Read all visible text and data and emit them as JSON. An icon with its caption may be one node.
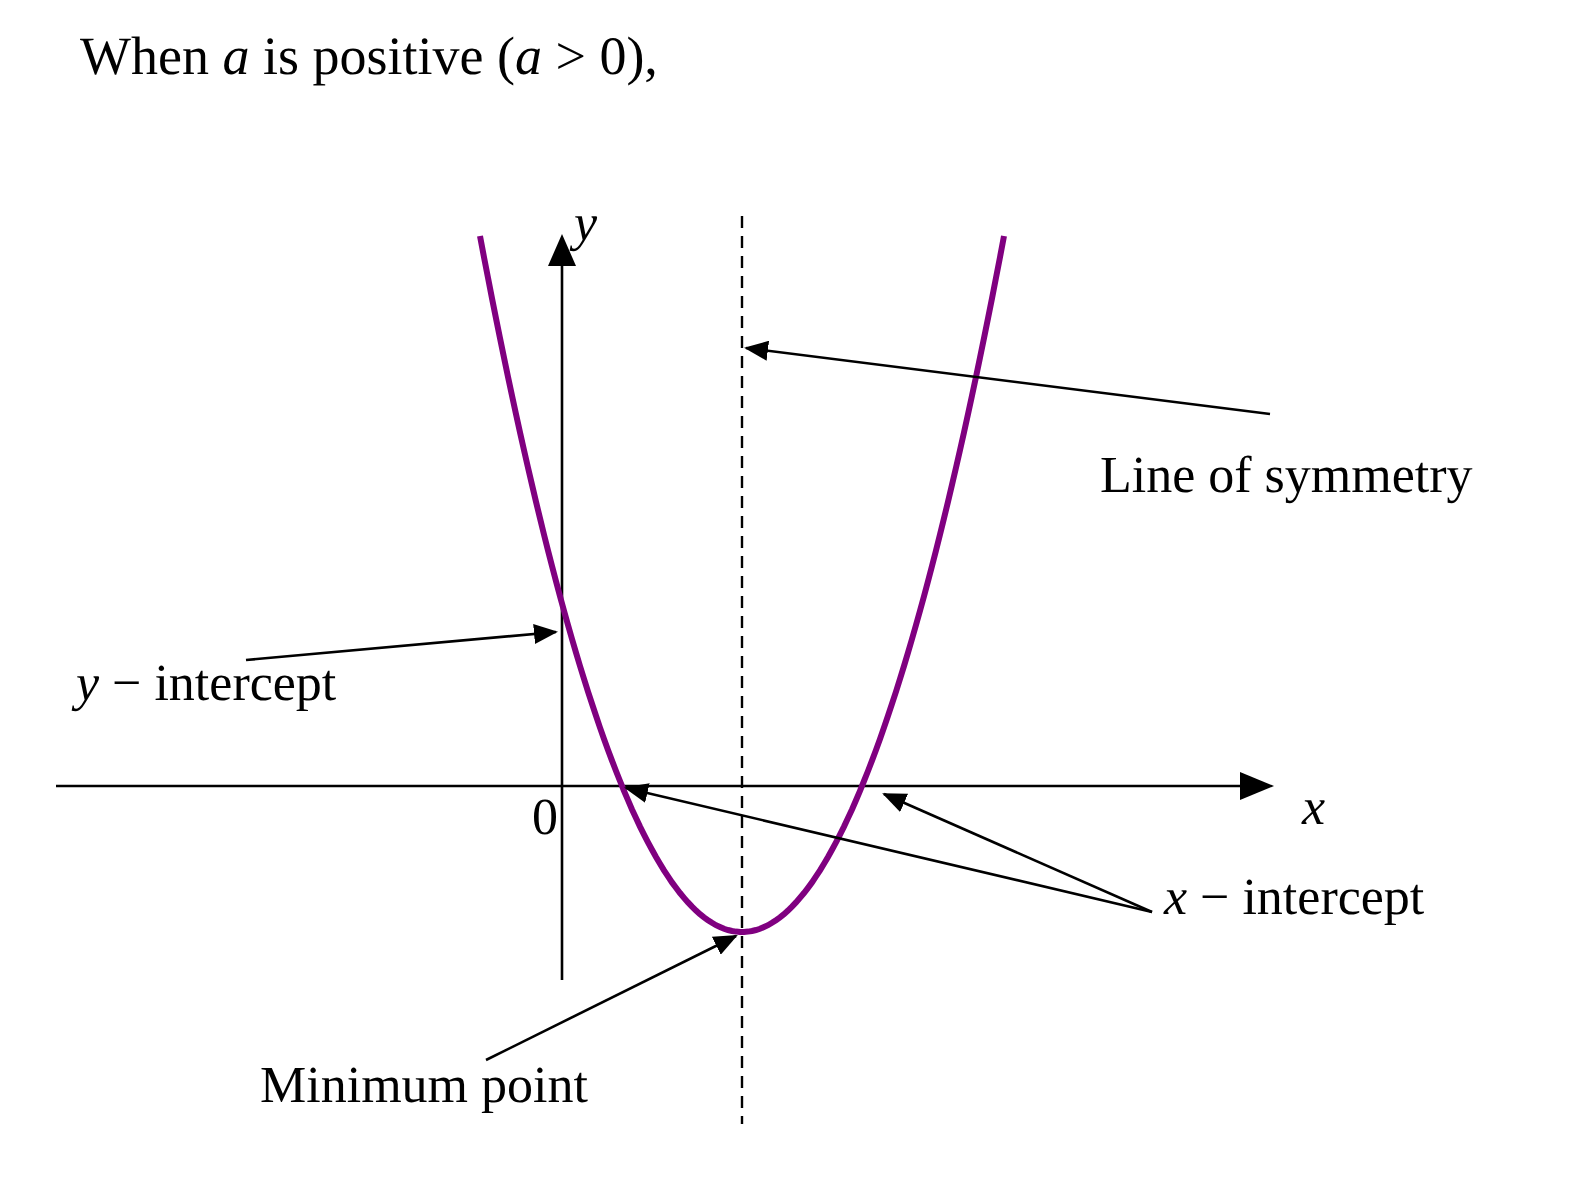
{
  "diagram": {
    "title": "When *a* is positive (*a* > 0),",
    "nodes": [
      {
        "text": [
          "Line of symmetry"
        ]
      },
      {
        "text": [
          "*y* − intercept"
        ]
      },
      {
        "text": [
          "*x* − intercept"
        ]
      },
      {
        "text": [
          "Minimum point"
        ]
      }
    ],
    "edges": [
      {
        "from": 0,
        "to": null,
        "arrow": "to"
      },
      {
        "from": 1,
        "to": null,
        "arrow": "to"
      },
      {
        "from": 2,
        "to": null,
        "arrow": "to"
      },
      {
        "from": 2,
        "to": null,
        "arrow": "to"
      },
      {
        "from": 3,
        "to": null,
        "arrow": "to"
      }
    ],
    "labels": [
      "*y*",
      "*x*",
      "0"
    ]
  }
}
